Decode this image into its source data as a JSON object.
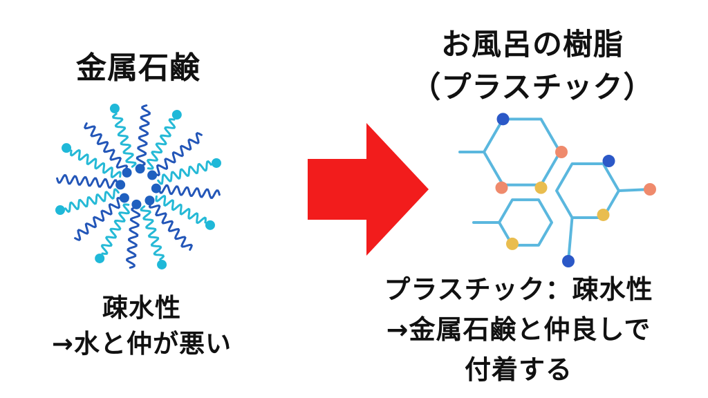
{
  "left": {
    "title": "金属石鹸",
    "desc_line1": "疎水性",
    "desc_line2": "→水と仲が悪い"
  },
  "right": {
    "title_line1": "お風呂の樹脂",
    "title_line2": "（プラスチック）",
    "desc_line1": "プラスチック：疎水性",
    "desc_line2": "→金属石鹸と仲良しで",
    "desc_line3": "付着する"
  },
  "colors": {
    "arrow": "#f21c1c",
    "head_dark": "#1f5fbf",
    "head_light": "#1fb8d8",
    "tail_dark": "#2356b8",
    "tail_light": "#25b9d6",
    "bond": "#5ab7de",
    "atom_blue": "#2b58c7",
    "atom_orange": "#ef8a6c",
    "atom_yellow": "#e9bd4f"
  }
}
